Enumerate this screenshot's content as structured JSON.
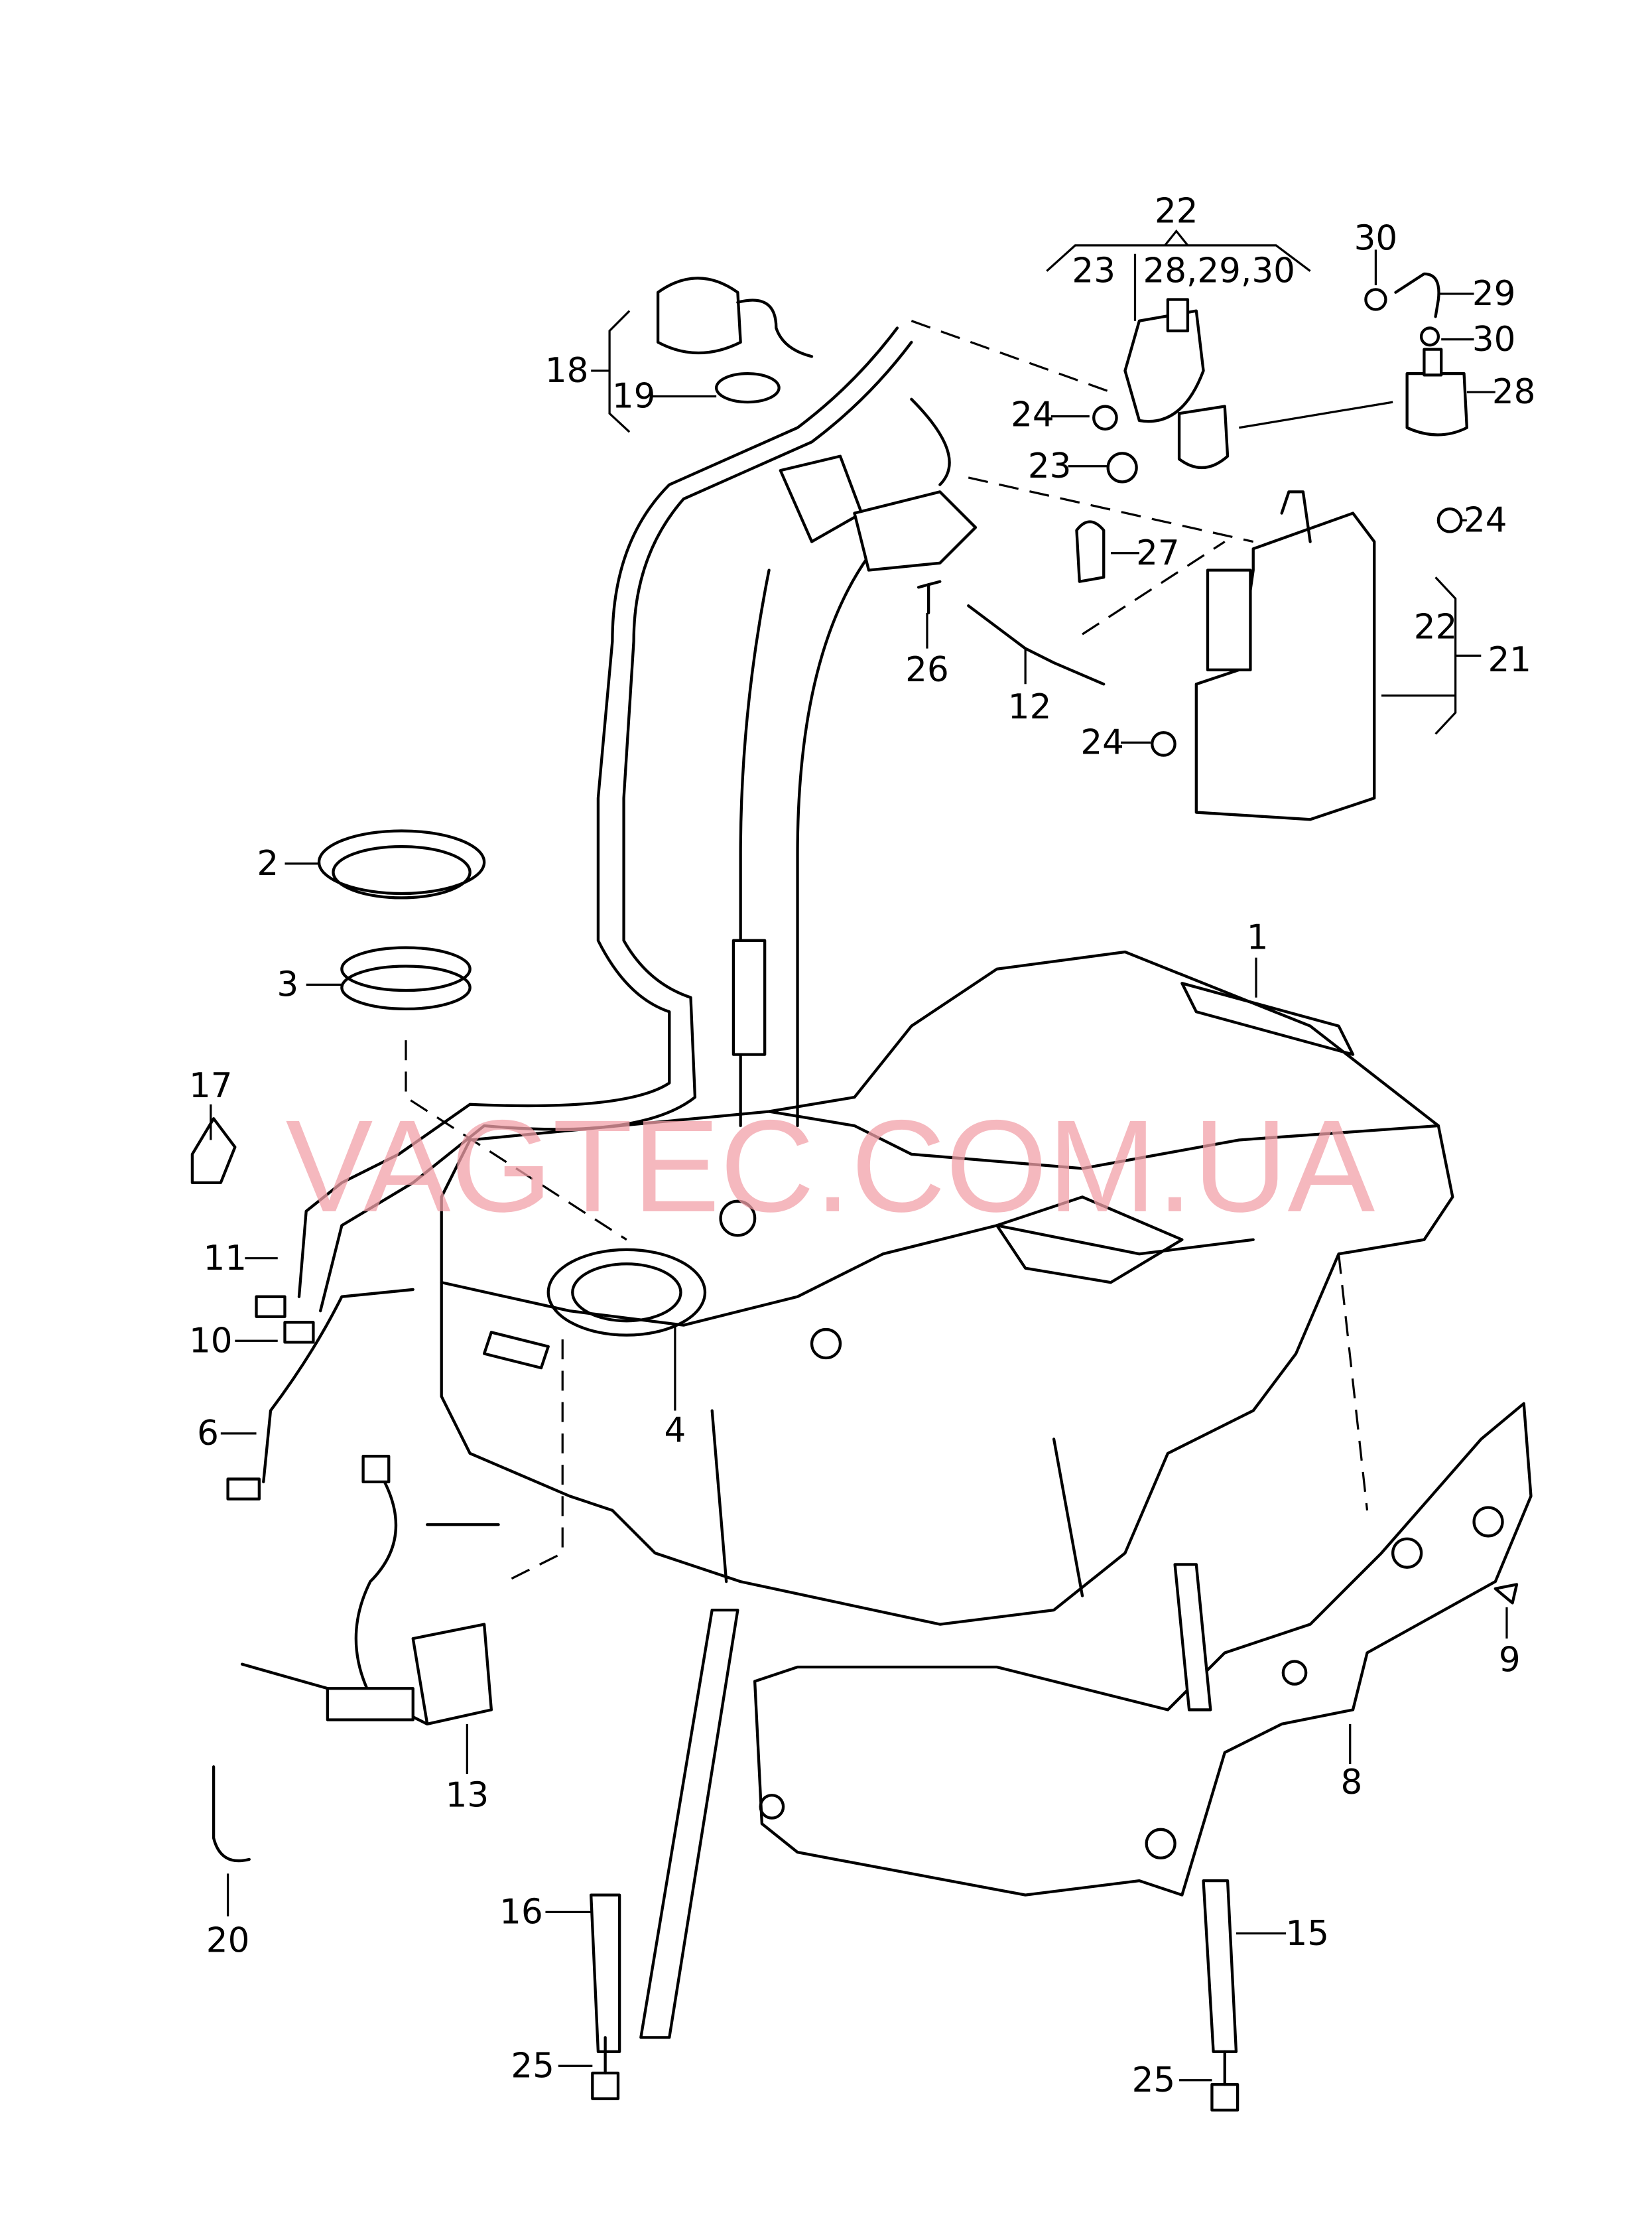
{
  "diagram": {
    "watermark": "VAGTEC.COM.UA",
    "callouts": [
      "22",
      "23",
      "28,29,30",
      "30",
      "29",
      "30",
      "28",
      "24",
      "23",
      "24",
      "27",
      "26",
      "12",
      "22",
      "21",
      "24",
      "18",
      "19",
      "1",
      "2",
      "3",
      "17",
      "11",
      "10",
      "6",
      "4",
      "13",
      "20",
      "9",
      "8",
      "16",
      "15",
      "25",
      "25"
    ]
  }
}
